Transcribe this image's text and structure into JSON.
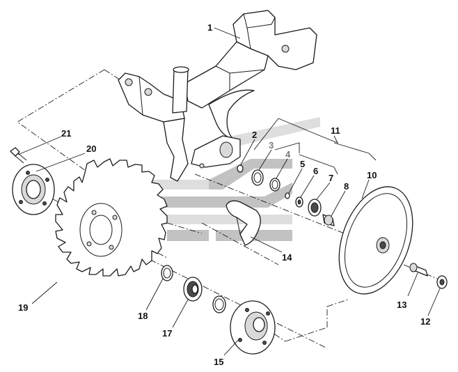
{
  "diagram": {
    "callouts": [
      {
        "id": "c1",
        "label": "1"
      },
      {
        "id": "c2",
        "label": "2"
      },
      {
        "id": "c3",
        "label": "3"
      },
      {
        "id": "c4",
        "label": "4"
      },
      {
        "id": "c5",
        "label": "5"
      },
      {
        "id": "c6",
        "label": "6"
      },
      {
        "id": "c7",
        "label": "7"
      },
      {
        "id": "c8",
        "label": "8"
      },
      {
        "id": "c10",
        "label": "10"
      },
      {
        "id": "c11",
        "label": "11"
      },
      {
        "id": "c12",
        "label": "12"
      },
      {
        "id": "c13",
        "label": "13"
      },
      {
        "id": "c14",
        "label": "14"
      },
      {
        "id": "c15",
        "label": "15"
      },
      {
        "id": "c17",
        "label": "17"
      },
      {
        "id": "c18",
        "label": "18"
      },
      {
        "id": "c19",
        "label": "19"
      },
      {
        "id": "c20",
        "label": "20"
      },
      {
        "id": "c21",
        "label": "21"
      }
    ],
    "colors": {
      "line": "#1a1a1a",
      "callout_muted": "#7a7a7a",
      "watermark": "#8f8f8f"
    }
  }
}
